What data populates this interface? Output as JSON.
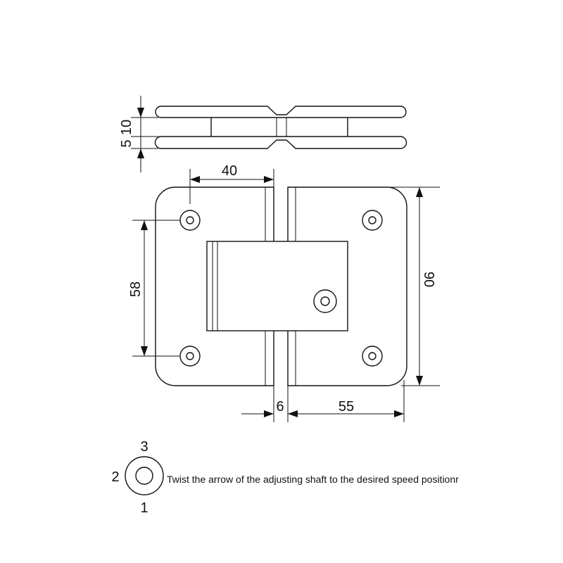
{
  "dimensions": {
    "top_thickness": "10",
    "bottom_thickness": "5",
    "width_left": "40",
    "hole_spacing": "58",
    "height": "90",
    "gap": "6",
    "width_right": "55"
  },
  "legend": {
    "pos_top": "3",
    "pos_left": "2",
    "pos_bottom": "1",
    "instruction": "Twist the arrow of the adjusting shaft to the desired speed positionr"
  },
  "colors": {
    "stroke": "#111111",
    "background": "#ffffff"
  }
}
